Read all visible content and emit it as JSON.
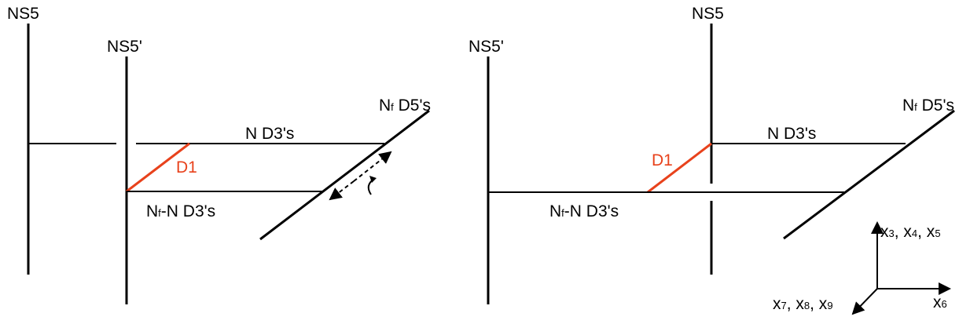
{
  "left": {
    "ns5": "NS5",
    "ns5p": "NS5'",
    "nf_main": "N",
    "nf_sub": "f",
    "nf_rest": " D5's",
    "nd3": "N D3's",
    "d1": "D1",
    "nfn_main": "N",
    "nfn_sub": "f",
    "nfn_rest": "-N D3's"
  },
  "right": {
    "ns5": "NS5",
    "ns5p": "NS5'",
    "nf_main": "N",
    "nf_sub": "f",
    "nf_rest": " D5's",
    "nd3": "N D3's",
    "d1": "D1",
    "nfn_main": "N",
    "nfn_sub": "f",
    "nfn_rest": "-N D3's"
  },
  "axes": {
    "up_x": "x",
    "up_s1": "3",
    "up_c1": ", x",
    "up_s2": "4",
    "up_c2": ", x",
    "up_s3": "5",
    "right_x": "x",
    "right_s1": "6",
    "diag_x": "x",
    "diag_s1": "7",
    "diag_c1": ", x",
    "diag_s2": "8",
    "diag_c2": ", x",
    "diag_s3": "9"
  },
  "colors": {
    "accent": "#e8421c",
    "ink": "#000000"
  }
}
